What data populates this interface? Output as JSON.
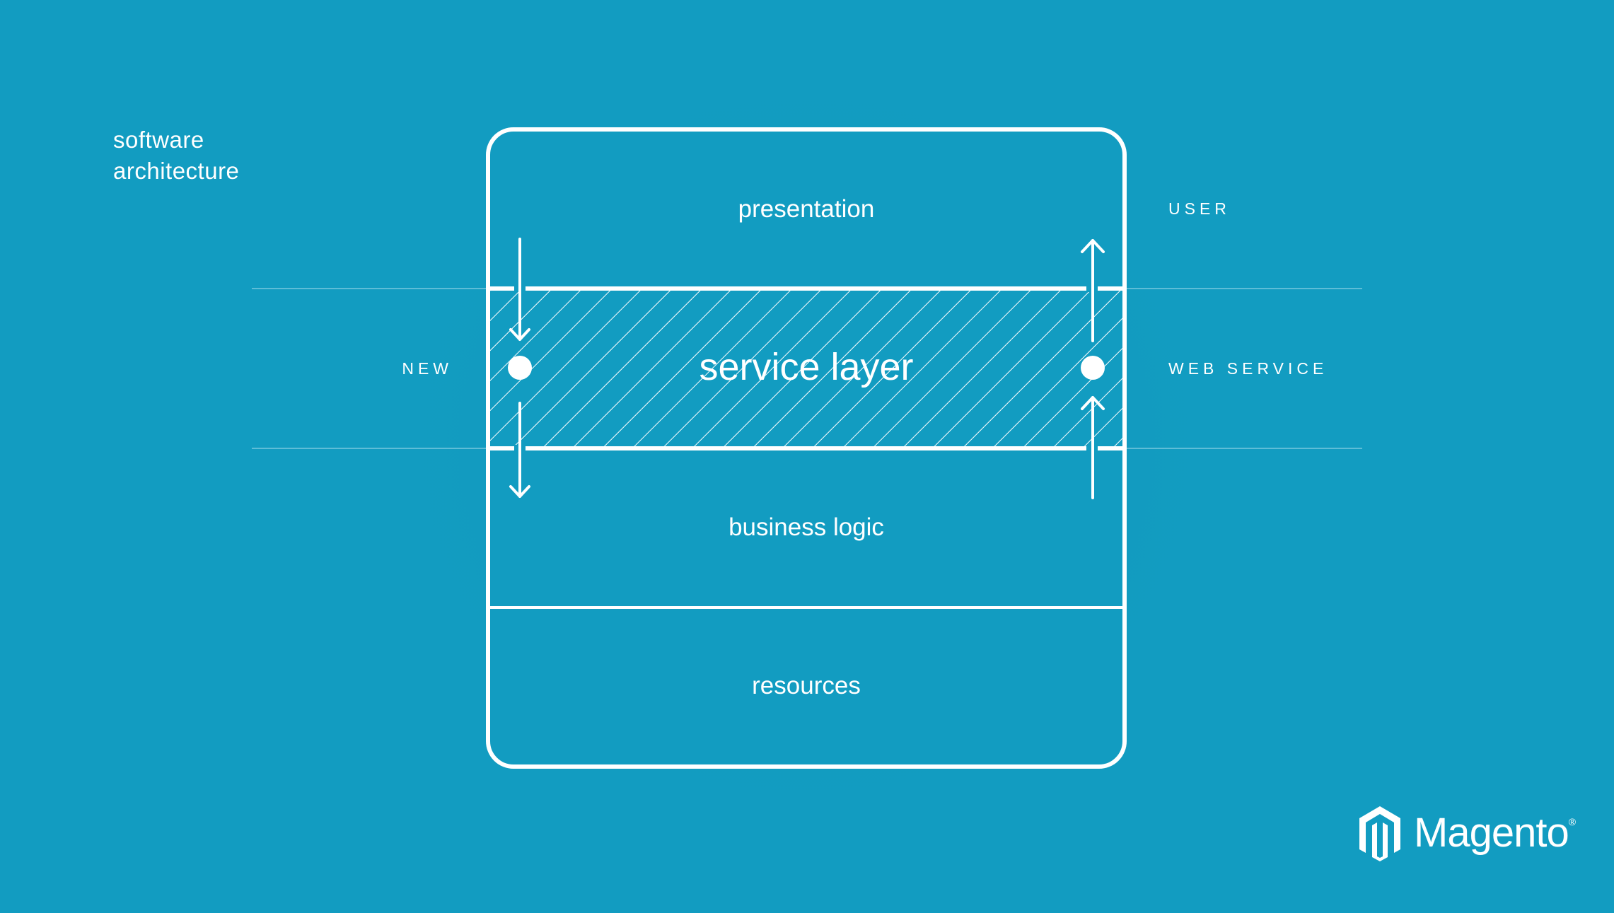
{
  "title": {
    "line1": "software",
    "line2": "architecture"
  },
  "layers": {
    "presentation": "presentation",
    "service": "service layer",
    "business": "business logic",
    "resources": "resources"
  },
  "side_labels": {
    "left_new": "NEW",
    "right_user": "USER",
    "right_web_service": "WEB SERVICE"
  },
  "logo": {
    "word": "Magento",
    "mark": "®"
  },
  "colors": {
    "background": "#129cc1",
    "foreground": "#ffffff",
    "guide_lines": "#8fd3e6"
  }
}
